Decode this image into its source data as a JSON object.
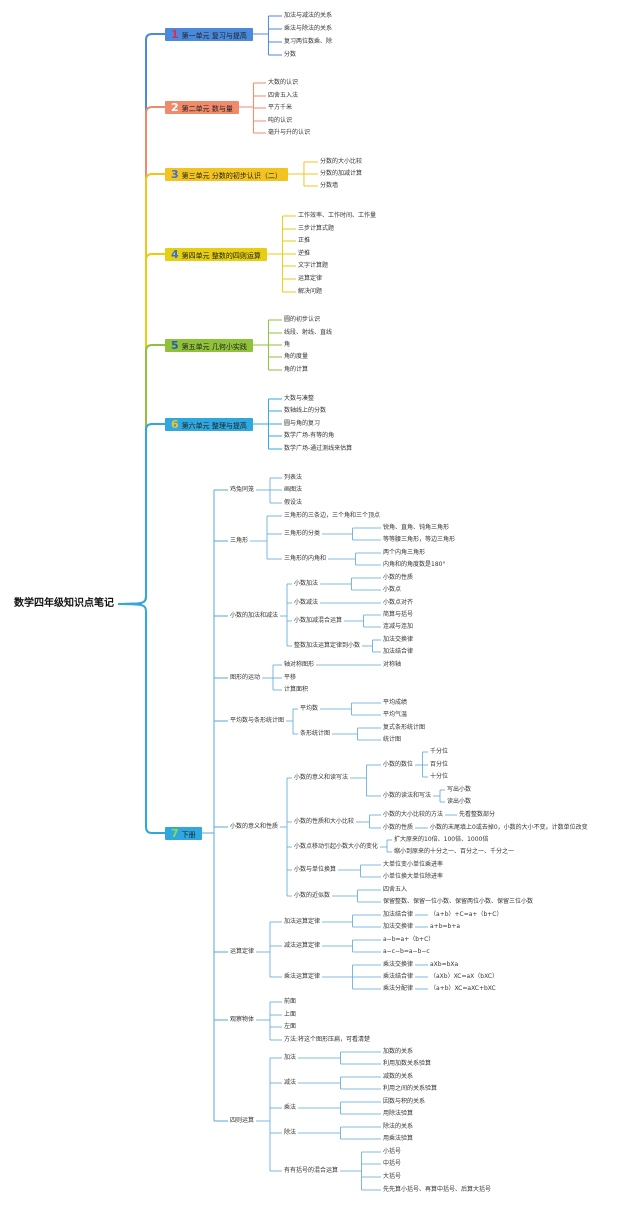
{
  "root": {
    "label": "数学四年级知识点笔记"
  },
  "units": [
    {
      "num": "1",
      "label": "第一单元 复习与提高",
      "color": "#4a89dc",
      "numColor": "#d9304f",
      "items": [
        {
          "label": "加法与减法的关系"
        },
        {
          "label": "乘法与除法的关系"
        },
        {
          "label": "复习两位数乘、除"
        },
        {
          "label": "分数"
        }
      ]
    },
    {
      "num": "2",
      "label": "第二单元 数与量",
      "color": "#f08a6b",
      "numColor": "#ffffff",
      "items": [
        {
          "label": "大数的认识"
        },
        {
          "label": "四舍五入法"
        },
        {
          "label": "平方千米"
        },
        {
          "label": "吨的认识"
        },
        {
          "label": "毫升与升的认识"
        }
      ]
    },
    {
      "num": "3",
      "label": "第三单元 分数的初步认识（二）",
      "color": "#f3c420",
      "numColor": "#3a6fd8",
      "items": [
        {
          "label": "分数的大小比较"
        },
        {
          "label": "分数的加减计算"
        },
        {
          "label": "分数墙"
        }
      ]
    },
    {
      "num": "4",
      "label": "第四单元 整数的四则运算",
      "color": "#e6cf10",
      "numColor": "#3a6fd8",
      "items": [
        {
          "label": "工作效率、工作时间、工作量"
        },
        {
          "label": "三步计算式题"
        },
        {
          "label": "正推"
        },
        {
          "label": "逆推"
        },
        {
          "label": "文字计算题"
        },
        {
          "label": "运算定律"
        },
        {
          "label": "解决问题"
        }
      ]
    },
    {
      "num": "5",
      "label": "第五单元 几何小实践",
      "color": "#8fc23a",
      "numColor": "#2a5db0",
      "items": [
        {
          "label": "圆的初步认识"
        },
        {
          "label": "线段、射线、直线"
        },
        {
          "label": "角"
        },
        {
          "label": "角的度量"
        },
        {
          "label": "角的计算"
        }
      ]
    },
    {
      "num": "6",
      "label": "第六单元 整理与提高",
      "color": "#2fa8e0",
      "numColor": "#f6c02c",
      "items": [
        {
          "label": "大数与凑整"
        },
        {
          "label": "数轴线上的分数"
        },
        {
          "label": "圆与角的复习"
        },
        {
          "label": "数学广场-有等的角"
        },
        {
          "label": "数学广场-通过测线来估算"
        }
      ]
    },
    {
      "num": "7",
      "label": "下册",
      "color": "#2fa8e0",
      "numColor": "#8fdc4a",
      "items": []
    }
  ],
  "lower": [
    {
      "label": "鸡兔同笼",
      "children": [
        {
          "label": "列表法"
        },
        {
          "label": "画图法"
        },
        {
          "label": "假设法"
        }
      ]
    },
    {
      "label": "三角形",
      "children": [
        {
          "label": "三角形的三条边，三个角和三个顶点"
        },
        {
          "label": "三角形的分类",
          "children": [
            {
              "label": "锐角、直角、钝角三角形"
            },
            {
              "label": "等等腰三角形，等边三角形"
            }
          ]
        },
        {
          "label": "三角形的内角和",
          "children": [
            {
              "label": "两个内角三角形"
            },
            {
              "label": "内角和的角度数是180°"
            }
          ]
        }
      ]
    },
    {
      "label": "小数的加法和减法",
      "children": [
        {
          "label": "小数加法",
          "children": [
            {
              "label": "小数的性质"
            },
            {
              "label": "小数点"
            }
          ]
        },
        {
          "label": "小数减法",
          "children": [
            {
              "label": "小数点对齐"
            }
          ]
        },
        {
          "label": "小数加减混合运算",
          "children": [
            {
              "label": "简算与括号"
            },
            {
              "label": "连减与连加"
            }
          ]
        },
        {
          "label": "整数加法运算定律到小数",
          "children": [
            {
              "label": "加法交换律"
            },
            {
              "label": "加法结合律"
            }
          ]
        }
      ]
    },
    {
      "label": "图形的运动",
      "children": [
        {
          "label": "轴对称图形",
          "children": [
            {
              "label": "对称轴"
            }
          ]
        },
        {
          "label": "平移"
        },
        {
          "label": "计算面积"
        }
      ]
    },
    {
      "label": "平均数与条形统计图",
      "children": [
        {
          "label": "平均数",
          "children": [
            {
              "label": "平均成绩"
            },
            {
              "label": "平均气温"
            }
          ]
        },
        {
          "label": "条形统计图",
          "children": [
            {
              "label": "复式条形统计图"
            },
            {
              "label": "统计图"
            }
          ]
        }
      ]
    },
    {
      "label": "小数的意义和性质",
      "children": [
        {
          "label": "小数的意义和读写法",
          "children": [
            {
              "label": "小数的数位",
              "children": [
                {
                  "label": "千分位"
                },
                {
                  "label": "百分位"
                },
                {
                  "label": "十分位"
                }
              ]
            },
            {
              "label": "小数的读法和写法",
              "children": [
                {
                  "label": "写出小数"
                },
                {
                  "label": "读出小数"
                }
              ]
            }
          ]
        },
        {
          "label": "小数的性质和大小比较",
          "children": [
            {
              "label": "小数的大小比较的方法",
              "children": [
                {
                  "label": "先看整数部分"
                }
              ]
            },
            {
              "label": "小数的性质",
              "children": [
                {
                  "label": "小数的末尾填上0或去掉0，小数的大小不变。计数单位改变"
                }
              ]
            }
          ]
        },
        {
          "label": "小数点移动引起小数大小的变化",
          "children": [
            {
              "label": "扩大原来的10倍、100倍、1000倍"
            },
            {
              "label": "缩小到原来的十分之一、百分之一、千分之一"
            }
          ]
        },
        {
          "label": "小数与单位换算",
          "children": [
            {
              "label": "大单位变小单位乘进率"
            },
            {
              "label": "小单位换大单位除进率"
            }
          ]
        },
        {
          "label": "小数的近似数",
          "children": [
            {
              "label": "四舍五入"
            },
            {
              "label": "保留整数、保留一位小数、保留两位小数、保留三位小数"
            }
          ]
        }
      ]
    },
    {
      "label": "运算定律",
      "children": [
        {
          "label": "加法运算定律",
          "children": [
            {
              "label": "加法结合律",
              "children": [
                {
                  "label": "（a+b）+C=a+（b+C）"
                }
              ]
            },
            {
              "label": "加法交换律",
              "children": [
                {
                  "label": "a+b=b+a"
                }
              ]
            }
          ]
        },
        {
          "label": "减法运算定律",
          "children": [
            {
              "label": "a−b=a+（b+C）"
            },
            {
              "label": "a−c−b=a−b−c"
            }
          ]
        },
        {
          "label": "乘法运算定律",
          "children": [
            {
              "label": "乘法交换律",
              "children": [
                {
                  "label": "aXb=bXa"
                }
              ]
            },
            {
              "label": "乘法结合律",
              "children": [
                {
                  "label": "（aXb）XC=aX（bXC）"
                }
              ]
            },
            {
              "label": "乘法分配律",
              "children": [
                {
                  "label": "（a+b）XC=aXC+bXC"
                }
              ]
            }
          ]
        }
      ]
    },
    {
      "label": "观察物体",
      "children": [
        {
          "label": "前面"
        },
        {
          "label": "上面"
        },
        {
          "label": "左面"
        },
        {
          "label": "方法:将这个图形压扁，可看清楚"
        }
      ]
    },
    {
      "label": "四则运算",
      "children": [
        {
          "label": "加法",
          "children": [
            {
              "label": "加数的关系"
            },
            {
              "label": "利用加数关系验算"
            }
          ]
        },
        {
          "label": "减法",
          "children": [
            {
              "label": "减数的关系"
            },
            {
              "label": "利用之间的关系验算"
            }
          ]
        },
        {
          "label": "乘法",
          "children": [
            {
              "label": "因数与积的关系"
            },
            {
              "label": "用除法验算"
            }
          ]
        },
        {
          "label": "除法",
          "children": [
            {
              "label": "除法的关系"
            },
            {
              "label": "用乘法验算"
            }
          ]
        },
        {
          "label": "有有括号的混合运算",
          "children": [
            {
              "label": "小括号"
            },
            {
              "label": "中括号"
            },
            {
              "label": "大括号"
            },
            {
              "label": "先先算小括号、再算中括号、后算大括号"
            }
          ]
        }
      ]
    }
  ]
}
